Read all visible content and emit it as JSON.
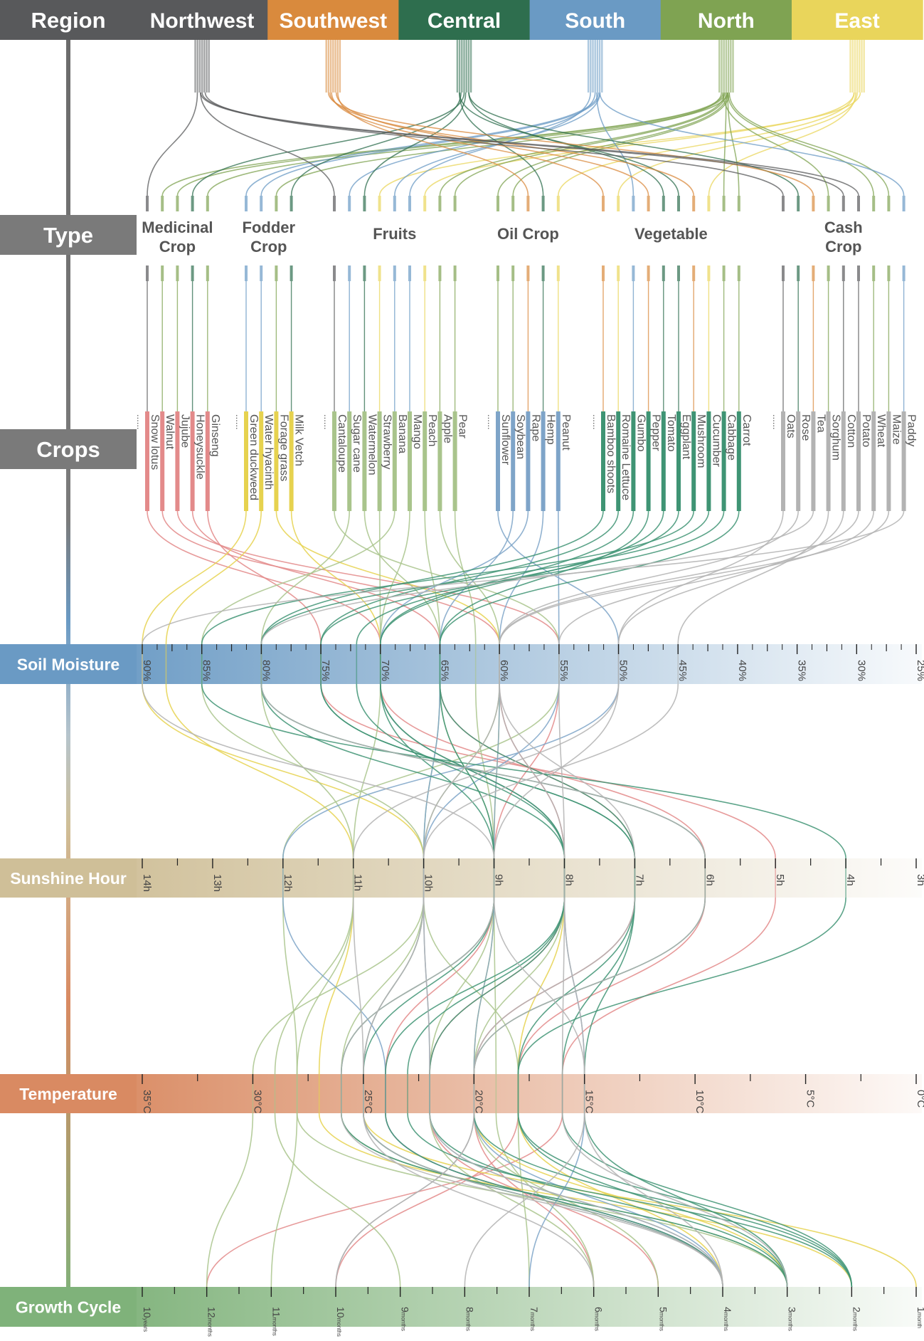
{
  "regions": {
    "axis_label": "Region",
    "items": [
      {
        "name": "Northwest",
        "color": "#58595b"
      },
      {
        "name": "Southwest",
        "color": "#d98a3d"
      },
      {
        "name": "Central",
        "color": "#2e6e4e"
      },
      {
        "name": "South",
        "color": "#6a9ac4"
      },
      {
        "name": "North",
        "color": "#7fa352"
      },
      {
        "name": "East",
        "color": "#e9d55b"
      }
    ]
  },
  "rows": {
    "type": {
      "label": "Type",
      "color": "#7a7a7a"
    },
    "crops": {
      "label": "Crops",
      "color": "#7a7a7a"
    },
    "soil": {
      "label": "Soil Moisture",
      "color": "#6a9ac4"
    },
    "sunshine": {
      "label": "Sunshine Hour",
      "color": "#cfbf98"
    },
    "temperature": {
      "label": "Temperature",
      "color": "#d98a62"
    },
    "growth": {
      "label": "Growth Cycle",
      "color": "#7fb27a"
    }
  },
  "chart_data": {
    "type": "parallel-sets",
    "types": [
      {
        "name": "Medicinal Crop",
        "lines": [
          "Medicinal",
          "Crop"
        ],
        "crops": [
          "Snow lotus",
          "Walnut",
          "Jujube",
          "Honeysuckle",
          "Ginseng"
        ],
        "crop_color": "#e38a8a"
      },
      {
        "name": "Fodder Crop",
        "lines": [
          "Fodder",
          "Crop"
        ],
        "crops": [
          "Green duckweed",
          "Water hyacinth",
          "Forage grass",
          "Milk Vetch"
        ],
        "crop_color": "#e6d24f"
      },
      {
        "name": "Fruits",
        "lines": [
          "Fruits"
        ],
        "crops": [
          "Cantaloupe",
          "Sugar cane",
          "Watermelon",
          "Strawberry",
          "Banana",
          "Mango",
          "Peach",
          "Apple",
          "Pear"
        ],
        "crop_color": "#a9c48c"
      },
      {
        "name": "Oil Crop",
        "lines": [
          "Oil Crop"
        ],
        "crops": [
          "Sunflower",
          "Soybean",
          "Rape",
          "Hemp",
          "Peanut"
        ],
        "crop_color": "#7ea4c8"
      },
      {
        "name": "Vegetable",
        "lines": [
          "Vegetable"
        ],
        "crops": [
          "Bamboo shoots",
          "Romaine Lettuce",
          "Gumbo",
          "Pepper",
          "Tomato",
          "Eggplant",
          "Mushroom",
          "Cucumber",
          "Cabbage",
          "Carrot"
        ],
        "crop_color": "#3f9474"
      },
      {
        "name": "Cash Crop",
        "lines": [
          "Cash",
          "Crop"
        ],
        "crops": [
          "Oats",
          "Rose",
          "Tea",
          "Sorghum",
          "Cotton",
          "Potato",
          "Wheat",
          "Maize",
          "Paddy"
        ],
        "crop_color": "#b3b3b3"
      }
    ],
    "ellipsis": "......",
    "axes": {
      "soil_moisture": {
        "ticks": [
          "90%",
          "85%",
          "80%",
          "75%",
          "70%",
          "65%",
          "60%",
          "55%",
          "50%",
          "45%",
          "40%",
          "35%",
          "30%",
          "25%"
        ],
        "range": [
          90,
          25
        ],
        "unit": "%"
      },
      "sunshine_hour": {
        "ticks": [
          "14h",
          "13h",
          "12h",
          "11h",
          "10h",
          "9h",
          "8h",
          "7h",
          "6h",
          "5h",
          "4h",
          "3h"
        ],
        "range": [
          14,
          3
        ],
        "unit": "h"
      },
      "temperature": {
        "ticks": [
          "35°C",
          "30°C",
          "25°C",
          "20°C",
          "15°C",
          "10°C",
          "5°C",
          "0°C"
        ],
        "range": [
          35,
          0
        ],
        "unit": "°C"
      },
      "growth_cycle": {
        "ticks": [
          {
            "num": "10",
            "unit": "years"
          },
          {
            "num": "12",
            "unit": "months"
          },
          {
            "num": "11",
            "unit": "months"
          },
          {
            "num": "10",
            "unit": "months"
          },
          {
            "num": "9",
            "unit": "months"
          },
          {
            "num": "8",
            "unit": "months"
          },
          {
            "num": "7",
            "unit": "months"
          },
          {
            "num": "6",
            "unit": "months"
          },
          {
            "num": "5",
            "unit": "months"
          },
          {
            "num": "4",
            "unit": "months"
          },
          {
            "num": "3",
            "unit": "months"
          },
          {
            "num": "2",
            "unit": "months"
          },
          {
            "num": "1",
            "unit": "month"
          }
        ]
      }
    },
    "crops": [
      {
        "name": "Snow lotus",
        "region": "Northwest",
        "soil": 70,
        "sun": 6,
        "temp": 18,
        "cycle": 10
      },
      {
        "name": "Walnut",
        "region": "North",
        "soil": 60,
        "sun": 8,
        "temp": 22,
        "cycle": 5
      },
      {
        "name": "Jujube",
        "region": "North",
        "soil": 55,
        "sun": 9,
        "temp": 24,
        "cycle": 4
      },
      {
        "name": "Honeysuckle",
        "region": "Central",
        "soil": 65,
        "sun": 7,
        "temp": 20,
        "cycle": 6
      },
      {
        "name": "Ginseng",
        "region": "North",
        "soil": 75,
        "sun": 5,
        "temp": 16,
        "cycle": 12
      },
      {
        "name": "Green duckweed",
        "region": "South",
        "soil": 90,
        "sun": 10,
        "temp": 25,
        "cycle": 1
      },
      {
        "name": "Water hyacinth",
        "region": "South",
        "soil": 88,
        "sun": 11,
        "temp": 27,
        "cycle": 2
      },
      {
        "name": "Forage grass",
        "region": "North",
        "soil": 60,
        "sun": 9,
        "temp": 20,
        "cycle": 3
      },
      {
        "name": "Milk Vetch",
        "region": "Central",
        "soil": 70,
        "sun": 8,
        "temp": 18,
        "cycle": 4
      },
      {
        "name": "Cantaloupe",
        "region": "Northwest",
        "soil": 55,
        "sun": 12,
        "temp": 28,
        "cycle": 3
      },
      {
        "name": "Sugar cane",
        "region": "South",
        "soil": 80,
        "sun": 11,
        "temp": 28,
        "cycle": 11
      },
      {
        "name": "Watermelon",
        "region": "Central",
        "soil": 65,
        "sun": 10,
        "temp": 26,
        "cycle": 3
      },
      {
        "name": "Strawberry",
        "region": "East",
        "soil": 70,
        "sun": 8,
        "temp": 20,
        "cycle": 5
      },
      {
        "name": "Banana",
        "region": "South",
        "soil": 85,
        "sun": 10,
        "temp": 30,
        "cycle": 12
      },
      {
        "name": "Mango",
        "region": "South",
        "soil": 70,
        "sun": 11,
        "temp": 29,
        "cycle": 9
      },
      {
        "name": "Peach",
        "region": "East",
        "soil": 65,
        "sun": 9,
        "temp": 22,
        "cycle": 6
      },
      {
        "name": "Apple",
        "region": "North",
        "soil": 60,
        "sun": 10,
        "temp": 18,
        "cycle": 7
      },
      {
        "name": "Pear",
        "region": "North",
        "soil": 62,
        "sun": 9,
        "temp": 19,
        "cycle": 6
      },
      {
        "name": "Sunflower",
        "region": "North",
        "soil": 50,
        "sun": 12,
        "temp": 24,
        "cycle": 4
      },
      {
        "name": "Soybean",
        "region": "North",
        "soil": 65,
        "sun": 10,
        "temp": 22,
        "cycle": 4
      },
      {
        "name": "Rape",
        "region": "Southwest",
        "soil": 70,
        "sun": 8,
        "temp": 15,
        "cycle": 7
      },
      {
        "name": "Hemp",
        "region": "Central",
        "soil": 60,
        "sun": 9,
        "temp": 20,
        "cycle": 4
      },
      {
        "name": "Peanut",
        "region": "East",
        "soil": 55,
        "sun": 10,
        "temp": 25,
        "cycle": 4
      },
      {
        "name": "Bamboo shoots",
        "region": "Southwest",
        "soil": 80,
        "sun": 6,
        "temp": 20,
        "cycle": 2
      },
      {
        "name": "Romaine Lettuce",
        "region": "East",
        "soil": 75,
        "sun": 7,
        "temp": 16,
        "cycle": 2
      },
      {
        "name": "Gumbo",
        "region": "South",
        "soil": 70,
        "sun": 9,
        "temp": 26,
        "cycle": 3
      },
      {
        "name": "Pepper",
        "region": "Southwest",
        "soil": 65,
        "sun": 9,
        "temp": 25,
        "cycle": 4
      },
      {
        "name": "Tomato",
        "region": "Central",
        "soil": 70,
        "sun": 8,
        "temp": 22,
        "cycle": 3
      },
      {
        "name": "Eggplant",
        "region": "Central",
        "soil": 72,
        "sun": 8,
        "temp": 24,
        "cycle": 4
      },
      {
        "name": "Mushroom",
        "region": "Southwest",
        "soil": 85,
        "sun": 4,
        "temp": 18,
        "cycle": 2
      },
      {
        "name": "Cucumber",
        "region": "East",
        "soil": 80,
        "sun": 8,
        "temp": 23,
        "cycle": 2
      },
      {
        "name": "Cabbage",
        "region": "North",
        "soil": 75,
        "sun": 7,
        "temp": 15,
        "cycle": 3
      },
      {
        "name": "Carrot",
        "region": "North",
        "soil": 65,
        "sun": 7,
        "temp": 18,
        "cycle": 3
      },
      {
        "name": "Oats",
        "region": "Northwest",
        "soil": 50,
        "sun": 9,
        "temp": 15,
        "cycle": 4
      },
      {
        "name": "Rose",
        "region": "Central",
        "soil": 60,
        "sun": 7,
        "temp": 20,
        "cycle": 10
      },
      {
        "name": "Tea",
        "region": "Southwest",
        "soil": 80,
        "sun": 6,
        "temp": 20,
        "cycle": 10
      },
      {
        "name": "Sorghum",
        "region": "North",
        "soil": 45,
        "sun": 10,
        "temp": 25,
        "cycle": 4
      },
      {
        "name": "Cotton",
        "region": "Northwest",
        "soil": 50,
        "sun": 11,
        "temp": 25,
        "cycle": 6
      },
      {
        "name": "Potato",
        "region": "Northwest",
        "soil": 60,
        "sun": 8,
        "temp": 16,
        "cycle": 3
      },
      {
        "name": "Wheat",
        "region": "North",
        "soil": 55,
        "sun": 8,
        "temp": 15,
        "cycle": 8
      },
      {
        "name": "Maize",
        "region": "North",
        "soil": 60,
        "sun": 10,
        "temp": 22,
        "cycle": 4
      },
      {
        "name": "Paddy",
        "region": "South",
        "soil": 90,
        "sun": 9,
        "temp": 26,
        "cycle": 4
      }
    ]
  }
}
